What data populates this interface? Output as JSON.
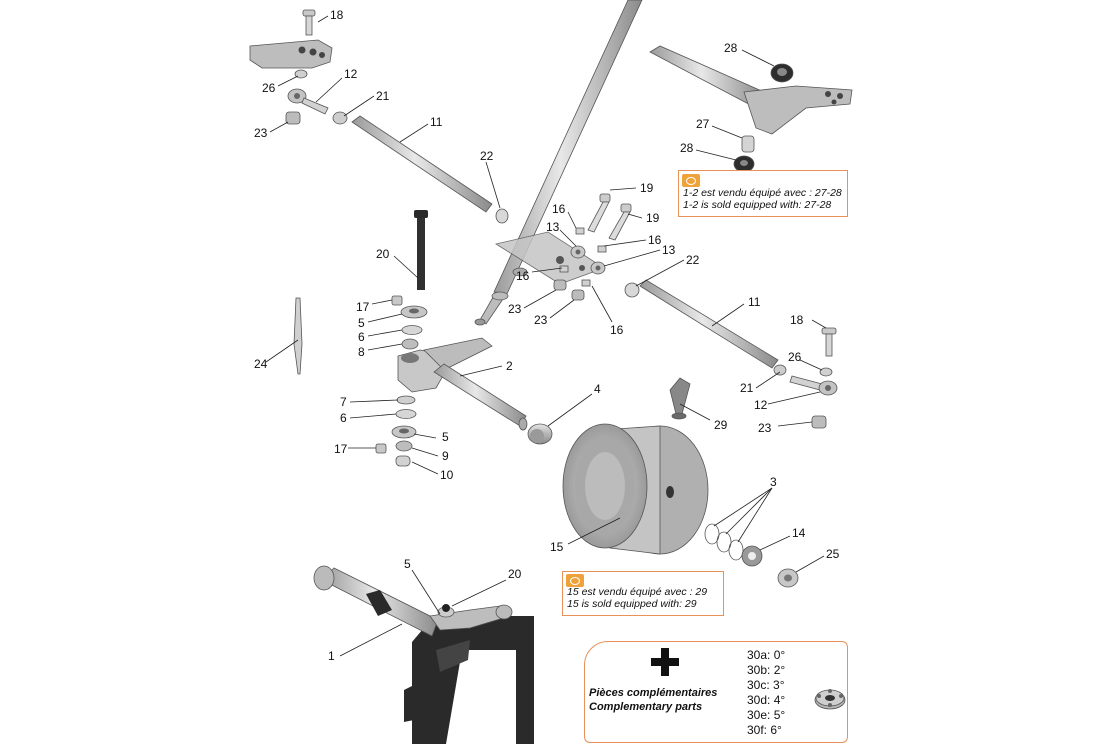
{
  "callouts": [
    {
      "id": "c18a",
      "label": "18"
    },
    {
      "id": "c26a",
      "label": "26"
    },
    {
      "id": "c12a",
      "label": "12"
    },
    {
      "id": "c21a",
      "label": "21"
    },
    {
      "id": "c23a",
      "label": "23"
    },
    {
      "id": "c11a",
      "label": "11"
    },
    {
      "id": "c22a",
      "label": "22"
    },
    {
      "id": "c28a",
      "label": "28"
    },
    {
      "id": "c27",
      "label": "27"
    },
    {
      "id": "c28b",
      "label": "28"
    },
    {
      "id": "c16a",
      "label": "16"
    },
    {
      "id": "c13a",
      "label": "13"
    },
    {
      "id": "c19a",
      "label": "19"
    },
    {
      "id": "c19b",
      "label": "19"
    },
    {
      "id": "c16b",
      "label": "16"
    },
    {
      "id": "c13b",
      "label": "13"
    },
    {
      "id": "c16c",
      "label": "16"
    },
    {
      "id": "c22b",
      "label": "22"
    },
    {
      "id": "c20a",
      "label": "20"
    },
    {
      "id": "c17a",
      "label": "17"
    },
    {
      "id": "c5a",
      "label": "5"
    },
    {
      "id": "c6a",
      "label": "6"
    },
    {
      "id": "c8",
      "label": "8"
    },
    {
      "id": "c23b",
      "label": "23"
    },
    {
      "id": "c23c",
      "label": "23"
    },
    {
      "id": "c16d",
      "label": "16"
    },
    {
      "id": "c11b",
      "label": "11"
    },
    {
      "id": "c18b",
      "label": "18"
    },
    {
      "id": "c24",
      "label": "24"
    },
    {
      "id": "c2",
      "label": "2"
    },
    {
      "id": "c26b",
      "label": "26"
    },
    {
      "id": "c21b",
      "label": "21"
    },
    {
      "id": "c12b",
      "label": "12"
    },
    {
      "id": "c4",
      "label": "4"
    },
    {
      "id": "c29",
      "label": "29"
    },
    {
      "id": "c23d",
      "label": "23"
    },
    {
      "id": "c7",
      "label": "7"
    },
    {
      "id": "c6b",
      "label": "6"
    },
    {
      "id": "c5b",
      "label": "5"
    },
    {
      "id": "c17b",
      "label": "17"
    },
    {
      "id": "c9",
      "label": "9"
    },
    {
      "id": "c10",
      "label": "10"
    },
    {
      "id": "c3",
      "label": "3"
    },
    {
      "id": "c14",
      "label": "14"
    },
    {
      "id": "c15",
      "label": "15"
    },
    {
      "id": "c25",
      "label": "25"
    },
    {
      "id": "c5c",
      "label": "5"
    },
    {
      "id": "c20b",
      "label": "20"
    },
    {
      "id": "c1",
      "label": "1"
    }
  ],
  "notes": {
    "note1": {
      "fr": "1-2 est vendu équipé avec : 27-28",
      "en": "1-2 is sold equipped with: 27-28"
    },
    "note2": {
      "fr": "15 est vendu équipé avec : 29",
      "en": "15 is sold equipped with: 29"
    }
  },
  "complementary": {
    "title_fr": "Pièces complémentaires",
    "title_en": "Complementary parts",
    "items": [
      "30a: 0°",
      "30b: 2°",
      "30c: 3°",
      "30d: 4°",
      "30e: 5°",
      "30f: 6°"
    ]
  },
  "colors": {
    "note_border": "#e8925a",
    "note_icon": "#f0a23a",
    "part_grey": "#b8b8b8",
    "frame_dark": "#2a2a2a"
  }
}
